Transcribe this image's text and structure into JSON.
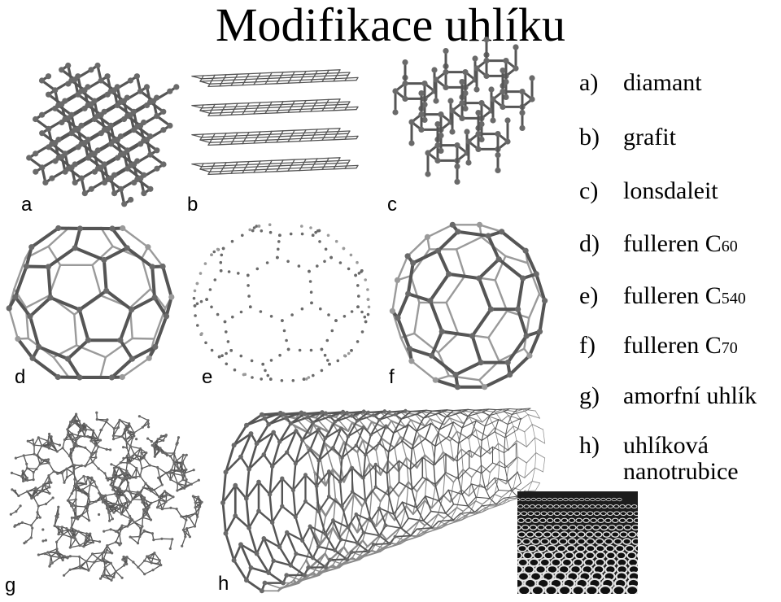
{
  "title": "Modifikace uhlíku",
  "panels": [
    {
      "letter": "a",
      "icon": "diamond-lattice"
    },
    {
      "letter": "b",
      "icon": "graphite-layers"
    },
    {
      "letter": "c",
      "icon": "lonsdaleite-lattice"
    },
    {
      "letter": "d",
      "icon": "fullerene-c60"
    },
    {
      "letter": "e",
      "icon": "fullerene-c540"
    },
    {
      "letter": "f",
      "icon": "fullerene-c70"
    },
    {
      "letter": "g",
      "icon": "amorphous-carbon"
    },
    {
      "letter": "h",
      "icon": "carbon-nanotube"
    }
  ],
  "legend": [
    {
      "letter": "a)",
      "name": "diamant",
      "sub": ""
    },
    {
      "letter": "b)",
      "name": "grafit",
      "sub": ""
    },
    {
      "letter": "c)",
      "name": "lonsdaleit",
      "sub": ""
    },
    {
      "letter": "d)",
      "name": "fulleren C",
      "sub": "60"
    },
    {
      "letter": "e)",
      "name": "fulleren C",
      "sub": "540"
    },
    {
      "letter": "f)",
      "name": "fulleren C",
      "sub": "70"
    },
    {
      "letter": "g)",
      "name": "amorfní uhlík",
      "sub": ""
    },
    {
      "letter": "h)",
      "name": "uhlíková",
      "sub": "",
      "line2": "nanotrubice"
    }
  ],
  "colors": {
    "bond": "#555555",
    "atom": "#6a6a6a",
    "photo_bg": "#1c1c1c",
    "photo_mesh": "#e6e6e6"
  }
}
